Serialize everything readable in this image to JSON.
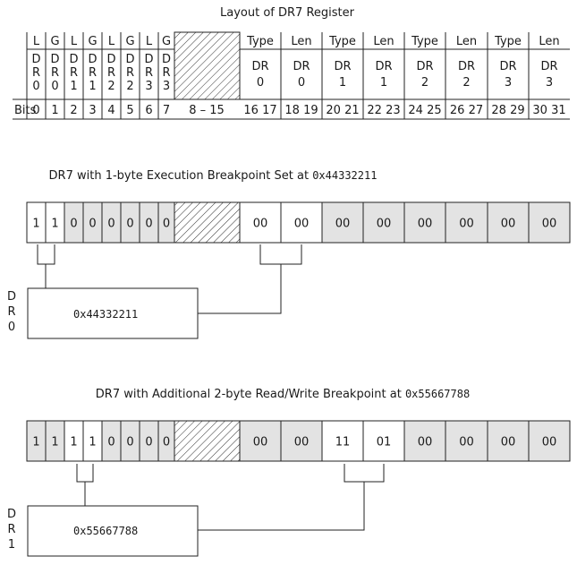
{
  "layout": {
    "title": "Layout of DR7 Register",
    "bits_label": "Bits",
    "lg_labels": [
      "L",
      "G",
      "L",
      "G",
      "L",
      "G",
      "L",
      "G"
    ],
    "dr_cols": [
      [
        "D",
        "R",
        "0"
      ],
      [
        "D",
        "R",
        "0"
      ],
      [
        "D",
        "R",
        "1"
      ],
      [
        "D",
        "R",
        "1"
      ],
      [
        "D",
        "R",
        "2"
      ],
      [
        "D",
        "R",
        "2"
      ],
      [
        "D",
        "R",
        "3"
      ],
      [
        "D",
        "R",
        "3"
      ]
    ],
    "reserved_bits": "8 – 15",
    "wide_headers": [
      "Type",
      "Len",
      "Type",
      "Len",
      "Type",
      "Len",
      "Type",
      "Len"
    ],
    "wide_dr": [
      [
        "DR",
        "0"
      ],
      [
        "DR",
        "0"
      ],
      [
        "DR",
        "1"
      ],
      [
        "DR",
        "1"
      ],
      [
        "DR",
        "2"
      ],
      [
        "DR",
        "2"
      ],
      [
        "DR",
        "3"
      ],
      [
        "DR",
        "3"
      ]
    ],
    "bit_numbers": [
      "0",
      "1",
      "2",
      "3",
      "4",
      "5",
      "6",
      "7"
    ],
    "wide_bits": [
      "16 17",
      "18 19",
      "20 21",
      "22 23",
      "24 25",
      "26 27",
      "28 29",
      "30 31"
    ]
  },
  "example1": {
    "title": "DR7 with 1-byte Execution Breakpoint Set at",
    "title_addr": "0x44332211",
    "narrow_values": [
      "1",
      "1",
      "0",
      "0",
      "0",
      "0",
      "0",
      "0"
    ],
    "narrow_shaded": [
      false,
      false,
      true,
      true,
      true,
      true,
      true,
      true
    ],
    "wide_values": [
      "00",
      "00",
      "00",
      "00",
      "00",
      "00",
      "00",
      "00"
    ],
    "wide_shaded": [
      false,
      false,
      true,
      true,
      true,
      true,
      true,
      true
    ],
    "register_label": [
      "D",
      "R",
      "0"
    ],
    "register_value": "0x44332211"
  },
  "example2": {
    "title": "DR7 with Additional 2-byte Read/Write Breakpoint at",
    "title_addr": "0x55667788",
    "narrow_values": [
      "1",
      "1",
      "1",
      "1",
      "0",
      "0",
      "0",
      "0"
    ],
    "narrow_shaded": [
      true,
      true,
      false,
      false,
      true,
      true,
      true,
      true
    ],
    "wide_values": [
      "00",
      "00",
      "11",
      "01",
      "00",
      "00",
      "00",
      "00"
    ],
    "wide_shaded": [
      true,
      true,
      false,
      false,
      true,
      true,
      true,
      true
    ],
    "register_label": [
      "D",
      "R",
      "1"
    ],
    "register_value": "0x55667788"
  },
  "colors": {
    "shade": "#e3e3e3",
    "line": "#222222"
  }
}
